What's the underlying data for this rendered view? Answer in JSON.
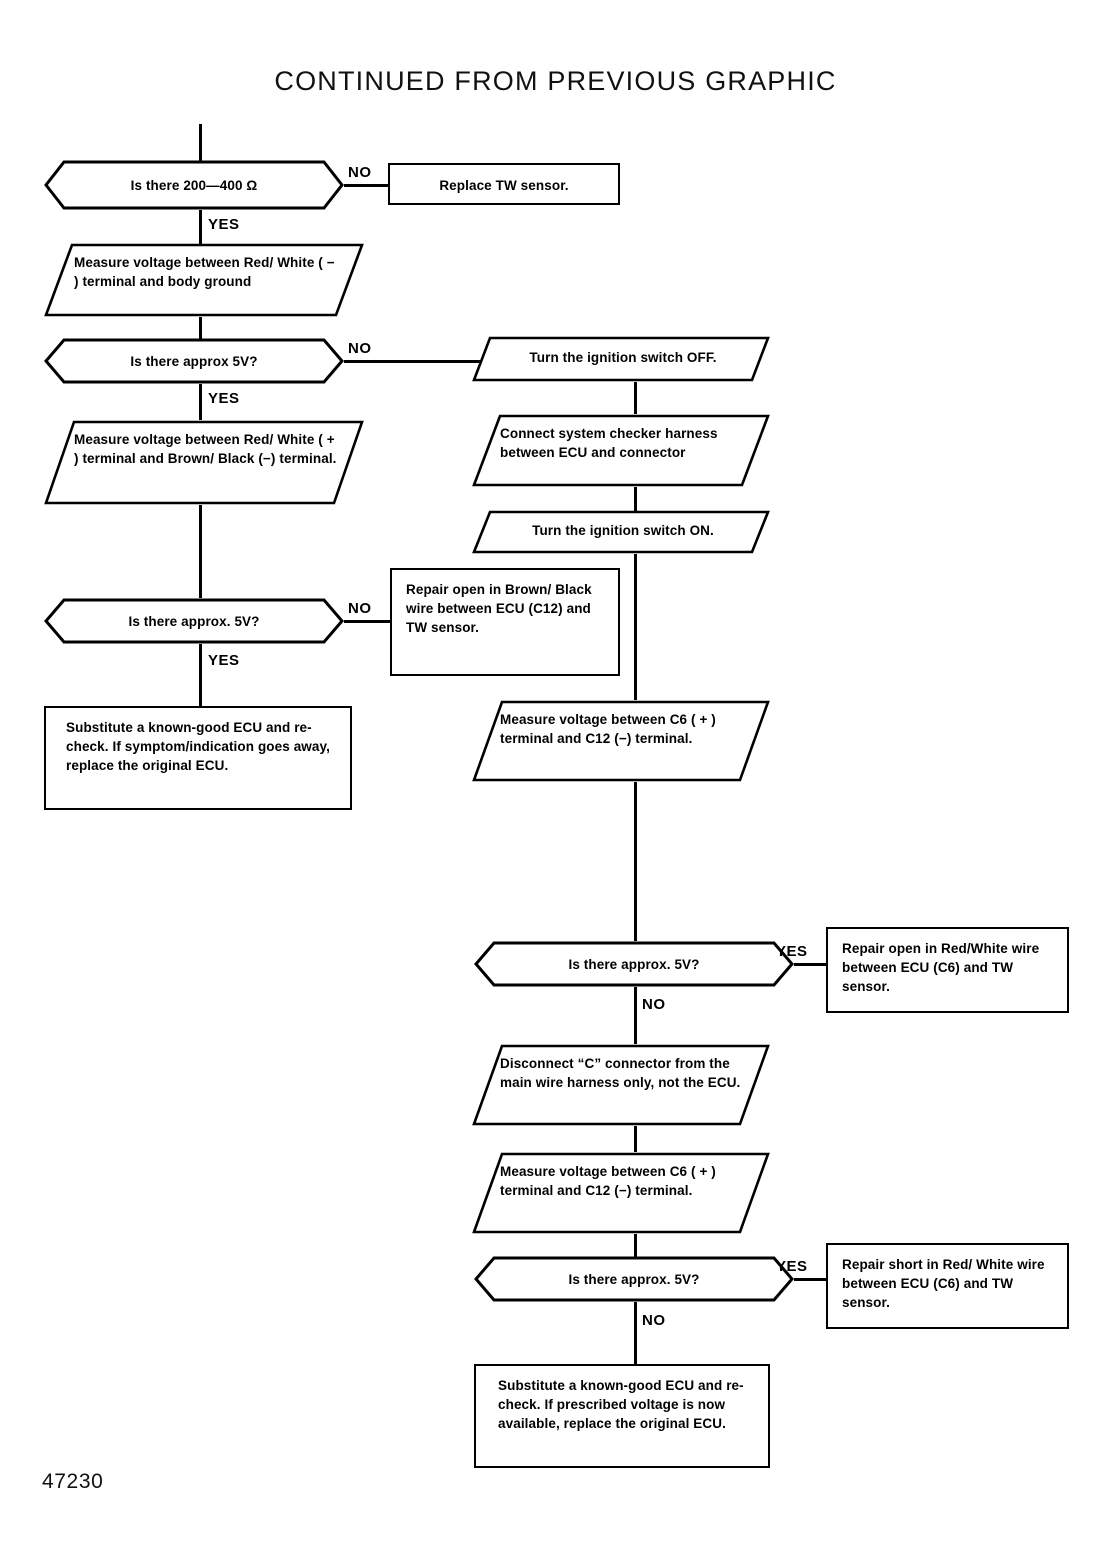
{
  "document": {
    "title": "CONTINUED FROM PREVIOUS GRAPHIC",
    "figure_number": "47230"
  },
  "labels": {
    "yes": "YES",
    "no": "NO"
  },
  "nodes": {
    "d1": {
      "text": "Is there 200—400 Ω"
    },
    "a1": {
      "text": "Replace TW sensor."
    },
    "p1": {
      "text": "Measure voltage between Red/ White ( − ) terminal and body ground"
    },
    "d2": {
      "text": "Is there approx  5V?"
    },
    "r1": {
      "text": "Turn the ignition switch OFF."
    },
    "p2": {
      "text": "Measure voltage between Red/ White ( + ) terminal and Brown/ Black (−) terminal."
    },
    "r2": {
      "text": "Connect system checker harness between ECU and connector"
    },
    "r3": {
      "text": "Turn the ignition switch ON."
    },
    "d3": {
      "text": "Is there approx. 5V?"
    },
    "a2": {
      "text": "Repair open in Brown/ Black wire between ECU (C12) and TW sensor."
    },
    "a3": {
      "text": "Substitute a known-good ECU and re-check. If symptom/indication goes away, replace the original ECU."
    },
    "r4": {
      "text": "Measure voltage between C6 ( + ) terminal and C12 (−) terminal."
    },
    "d4": {
      "text": "Is there approx. 5V?"
    },
    "a4": {
      "text": "Repair open in Red/White wire between ECU (C6) and TW sensor."
    },
    "r5": {
      "text": "Disconnect “C” connector from the main wire harness only, not the ECU."
    },
    "r6": {
      "text": "Measure voltage between C6 ( + ) terminal and C12 (−) terminal."
    },
    "d5": {
      "text": "Is there approx. 5V?"
    },
    "a5": {
      "text": "Repair short in Red/ White wire between ECU (C6) and TW sensor."
    },
    "a6": {
      "text": "Substitute a known-good ECU and re-check. If prescribed voltage is now available, replace the original ECU."
    }
  },
  "chart_data": {
    "type": "diagram",
    "title": "CONTINUED FROM PREVIOUS GRAPHIC",
    "diagram_kind": "troubleshooting-flowchart",
    "steps": [
      {
        "id": "d1",
        "shape": "decision",
        "text": "Is there 200—400 Ω",
        "yes": "p1",
        "no": "a1"
      },
      {
        "id": "a1",
        "shape": "terminator",
        "text": "Replace TW sensor."
      },
      {
        "id": "p1",
        "shape": "parallelogram",
        "text": "Measure voltage between Red/ White ( − ) terminal and body ground",
        "next": "d2"
      },
      {
        "id": "d2",
        "shape": "decision",
        "text": "Is there approx  5V?",
        "yes": "p2",
        "no": "r1"
      },
      {
        "id": "r1",
        "shape": "parallelogram",
        "text": "Turn the ignition switch OFF.",
        "next": "r2"
      },
      {
        "id": "r2",
        "shape": "parallelogram",
        "text": "Connect system checker harness between ECU and connector",
        "next": "r3"
      },
      {
        "id": "r3",
        "shape": "parallelogram",
        "text": "Turn the ignition switch ON.",
        "next": "r4"
      },
      {
        "id": "p2",
        "shape": "parallelogram",
        "text": "Measure voltage between Red/ White ( + ) terminal and Brown/ Black (−) terminal.",
        "next": "d3"
      },
      {
        "id": "d3",
        "shape": "decision",
        "text": "Is there approx. 5V?",
        "yes": "a3",
        "no": "a2"
      },
      {
        "id": "a2",
        "shape": "terminator",
        "text": "Repair open in Brown/ Black wire between ECU (C12) and TW sensor."
      },
      {
        "id": "a3",
        "shape": "terminator",
        "text": "Substitute a known-good ECU and re-check. If symptom/indication goes away, replace the original ECU."
      },
      {
        "id": "r4",
        "shape": "parallelogram",
        "text": "Measure voltage between C6 ( + ) terminal and C12 (−) terminal.",
        "next": "d4"
      },
      {
        "id": "d4",
        "shape": "decision",
        "text": "Is there approx. 5V?",
        "yes": "a4",
        "no": "r5"
      },
      {
        "id": "a4",
        "shape": "terminator",
        "text": "Repair open in Red/White wire between ECU (C6) and TW sensor."
      },
      {
        "id": "r5",
        "shape": "parallelogram",
        "text": "Disconnect “C” connector from the main wire harness only, not the ECU.",
        "next": "r6"
      },
      {
        "id": "r6",
        "shape": "parallelogram",
        "text": "Measure voltage between C6 ( + ) terminal and C12 (−) terminal.",
        "next": "d5"
      },
      {
        "id": "d5",
        "shape": "decision",
        "text": "Is there approx. 5V?",
        "yes": "a5",
        "no": "a6"
      },
      {
        "id": "a5",
        "shape": "terminator",
        "text": "Repair short in Red/ White wire between ECU (C6) and TW sensor."
      },
      {
        "id": "a6",
        "shape": "terminator",
        "text": "Substitute a known-good ECU and re-check. If prescribed voltage is now available, replace the original ECU."
      }
    ],
    "branch_labels": [
      "YES",
      "NO"
    ]
  }
}
